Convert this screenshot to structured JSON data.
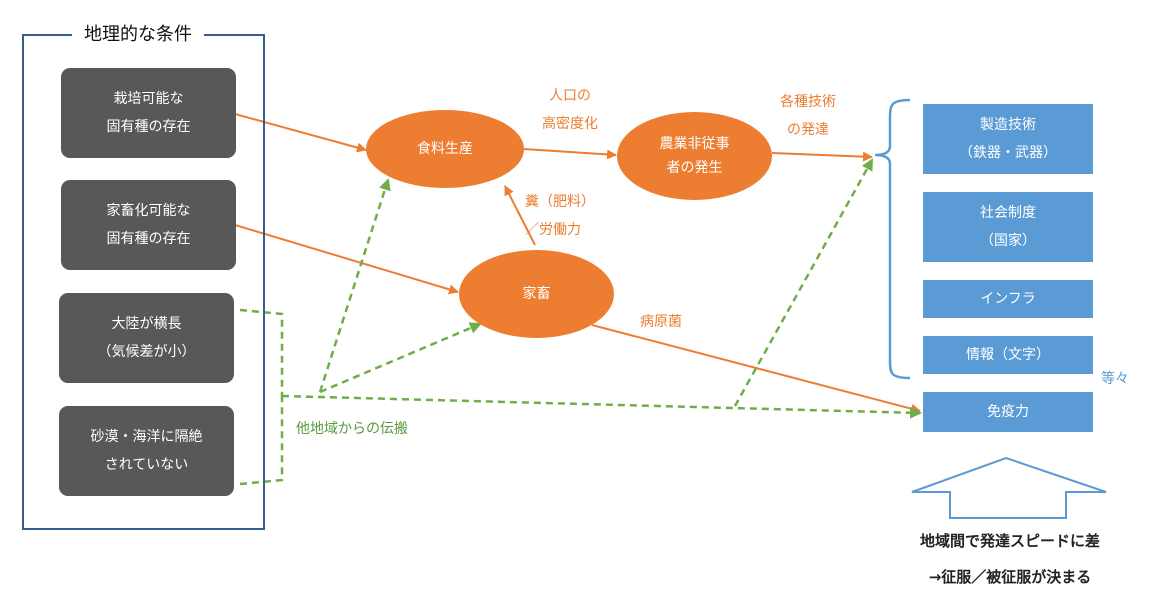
{
  "group": {
    "title": "地理的な条件"
  },
  "conditions": [
    {
      "lines": [
        "栽培可能な",
        "固有種の存在"
      ]
    },
    {
      "lines": [
        "家畜化可能な",
        "固有種の存在"
      ]
    },
    {
      "lines": [
        "大陸が横長",
        "（気候差が小）"
      ]
    },
    {
      "lines": [
        "砂漠・海洋に隔絶",
        "されていない"
      ]
    }
  ],
  "nodes": {
    "food": {
      "label": "食料生産"
    },
    "farmers": {
      "lines": [
        "農業非従事",
        "者の発生"
      ]
    },
    "livestock": {
      "label": "家畜"
    }
  },
  "edge_labels": {
    "population": [
      "人口の",
      "高密度化"
    ],
    "techniques": [
      "各種技術",
      "の発達"
    ],
    "manure": [
      "糞（肥料）",
      "／労働力"
    ],
    "pathogen": "病原菌",
    "diffusion": "他地域からの伝搬"
  },
  "outcomes": [
    {
      "lines": [
        "製造技術",
        "（鉄器・武器）"
      ]
    },
    {
      "lines": [
        "社会制度",
        "（国家）"
      ]
    },
    {
      "lines": [
        "インフラ"
      ]
    },
    {
      "lines": [
        "情報（文字）"
      ]
    },
    {
      "lines": [
        "免疫力"
      ]
    }
  ],
  "etc": "等々",
  "result": {
    "line1": "地域間で発達スピードに差",
    "line2": "→征服／被征服が決まる"
  },
  "colors": {
    "orange": "#ed7d31",
    "green": "#70ad47",
    "blue": "#5b9bd5",
    "gray": "#585858",
    "frame": "#3a5d8f"
  }
}
